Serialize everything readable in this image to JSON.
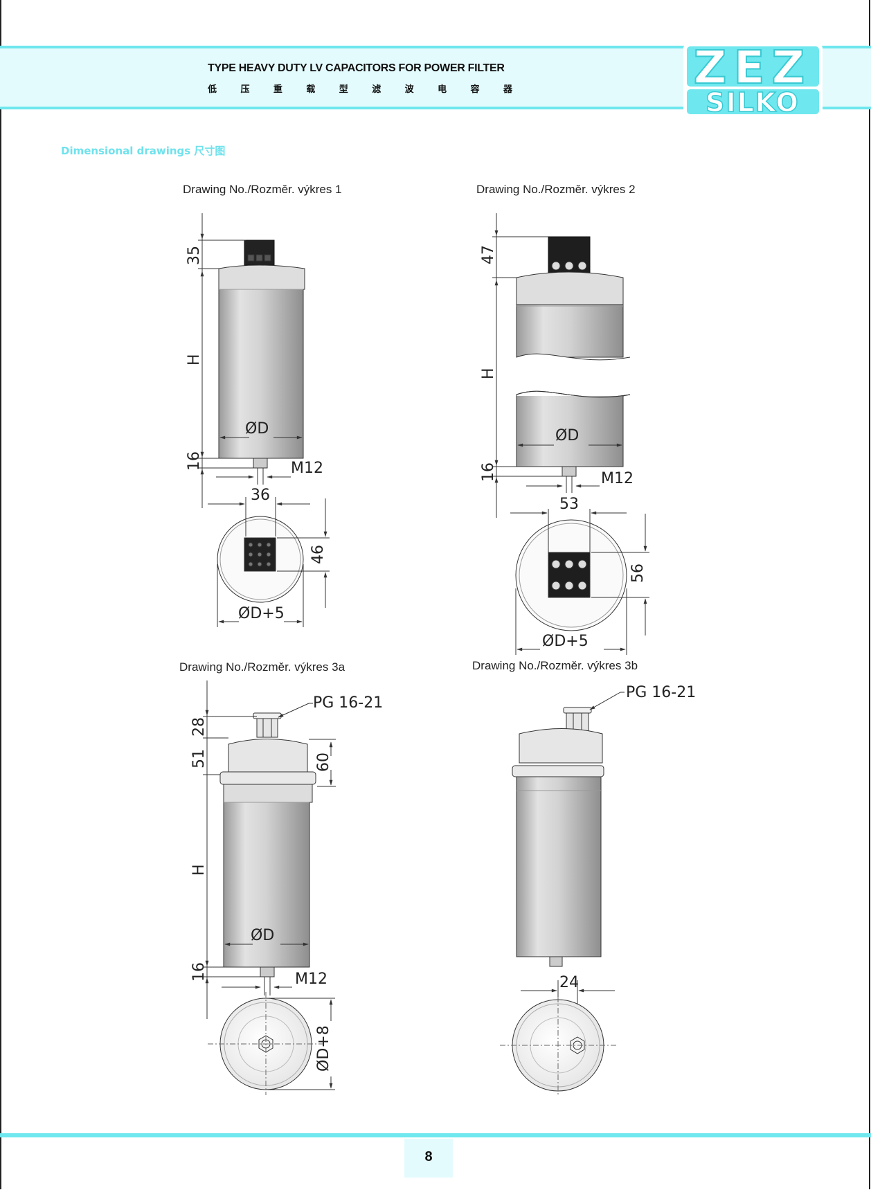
{
  "header": {
    "title": "TYPE HEAVY DUTY LV CAPACITORS FOR POWER FILTER",
    "title_cn_chars": [
      "低",
      "压",
      "重",
      "载",
      "型",
      "滤",
      "波",
      "电",
      "容",
      "器"
    ]
  },
  "logo": {
    "line1": "ZEZ",
    "line2": "SILKO"
  },
  "section": {
    "title": "Dimensional drawings 尺寸图"
  },
  "drawings": {
    "d1": {
      "label": "Drawing No./Rozměr. výkres 1",
      "dims": {
        "top": "35",
        "height": "H",
        "diameter": "ØD",
        "bottom": "16",
        "thread": "M12",
        "width_top": "36",
        "depth": "46",
        "diameter_outer": "ØD+5"
      }
    },
    "d2": {
      "label": "Drawing No./Rozměr. výkres 2",
      "dims": {
        "top": "47",
        "height": "H",
        "diameter": "ØD",
        "bottom": "16",
        "thread": "M12",
        "width_top": "53",
        "depth": "56",
        "diameter_outer": "ØD+5"
      }
    },
    "d3a": {
      "label": "Drawing No./Rozměr. výkres 3a",
      "dims": {
        "gland": "PG 16-21",
        "top": "28",
        "cap": "51",
        "cap_side": "60",
        "height": "H",
        "diameter": "ØD",
        "bottom": "16",
        "thread": "M12",
        "diameter_outer": "ØD+8"
      }
    },
    "d3b": {
      "label": "Drawing No./Rozměr. výkres 3b",
      "dims": {
        "gland": "PG 16-21",
        "offset": "24"
      }
    }
  },
  "footer": {
    "page_number": "8"
  },
  "colors": {
    "accent": "#6ee7ee",
    "band_fill": "#e4fbfd",
    "body_gray": "#c9c9c9"
  }
}
